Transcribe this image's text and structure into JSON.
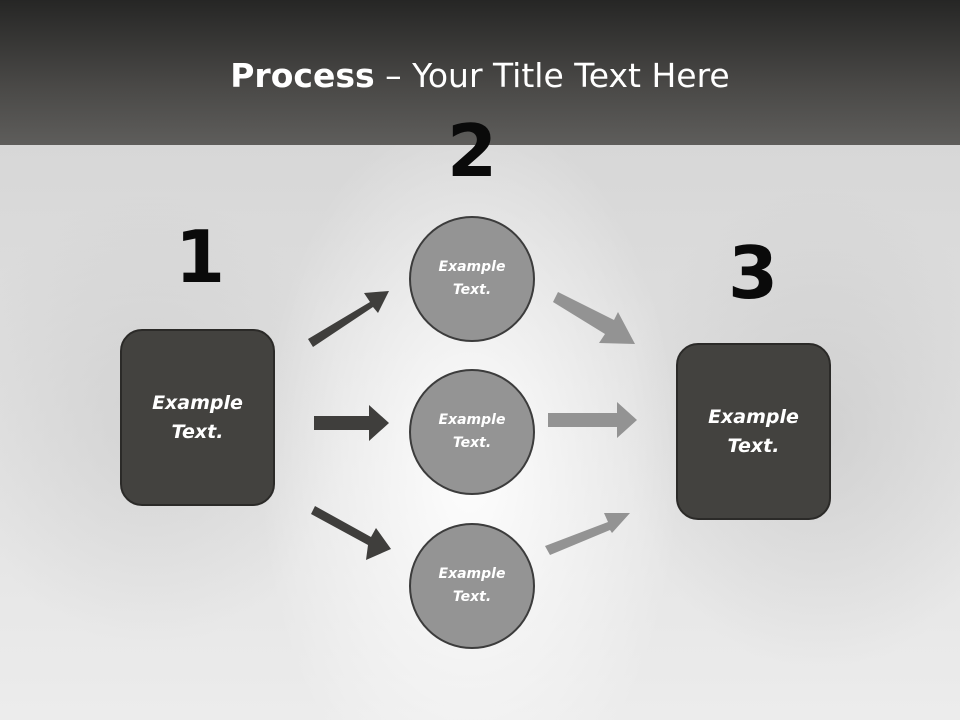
{
  "title": {
    "strong": "Process",
    "rest": " – Your Title Text Here"
  },
  "steps": [
    {
      "number": "1",
      "text": "Example Text."
    },
    {
      "number": "2"
    },
    {
      "number": "3",
      "text": "Example Text."
    }
  ],
  "circles": [
    {
      "text": "Example Text."
    },
    {
      "text": "Example Text."
    },
    {
      "text": "Example Text."
    }
  ],
  "colors": {
    "header": "#4a4947",
    "box_fill": "#43423f",
    "circle_fill": "#949494",
    "arrow_dark": "#3f3e3c",
    "arrow_light": "#939393",
    "number_text": "#0a0a0a"
  }
}
